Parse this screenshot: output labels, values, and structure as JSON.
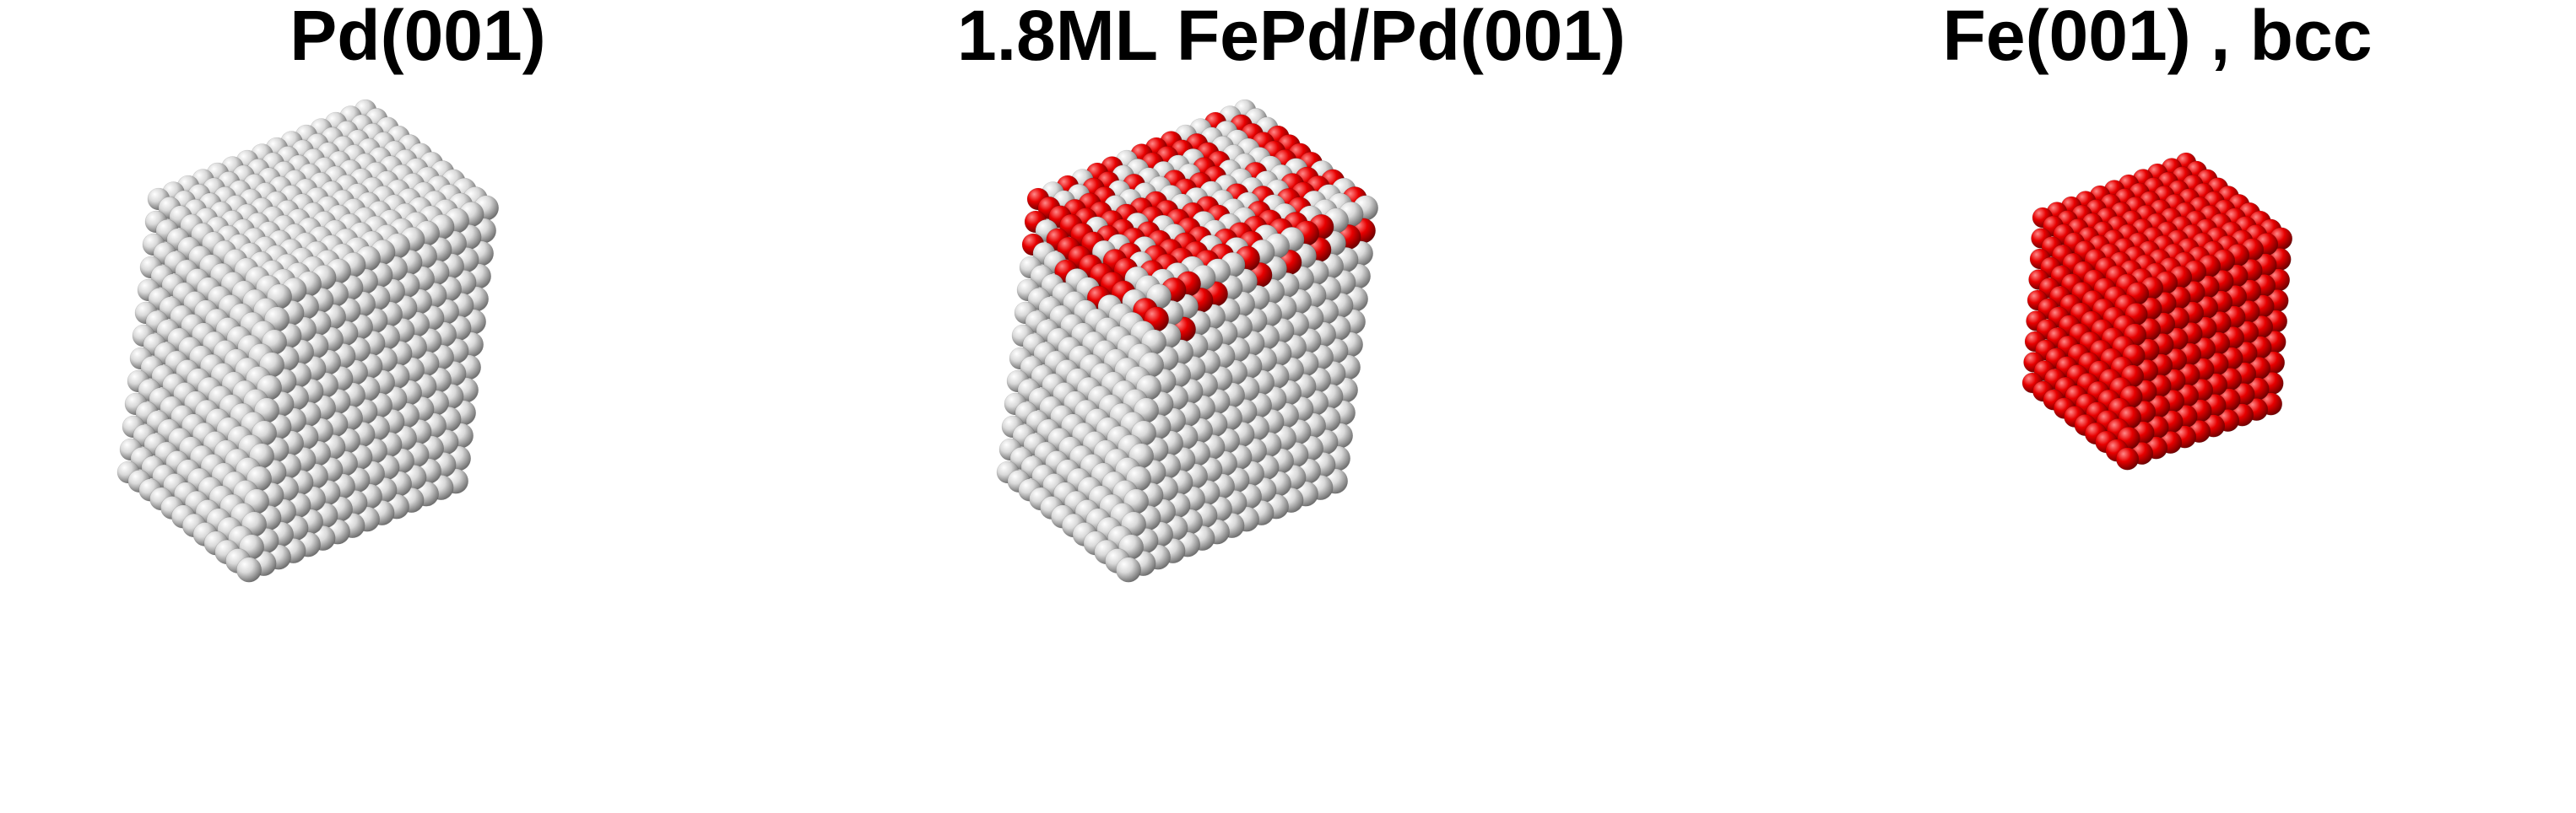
{
  "panels": [
    {
      "title": "Pd(001)",
      "structure": "fcc",
      "surface": "(001)",
      "composition": "pure Pd",
      "atom_color": "#e8e8e8"
    },
    {
      "title": "1.8ML FePd/Pd(001)",
      "structure": "fcc",
      "surface": "(001)",
      "composition": "Pd substrate with 1.8 monolayers of mixed Fe/Pd on top",
      "substrate_color": "#e8e8e8",
      "overlayer_colors": [
        "#e80000",
        "#e8e8e8"
      ]
    },
    {
      "title": "Fe(001) , bcc",
      "structure": "bcc",
      "surface": "(001)",
      "composition": "pure Fe",
      "atom_color": "#e80000"
    }
  ]
}
